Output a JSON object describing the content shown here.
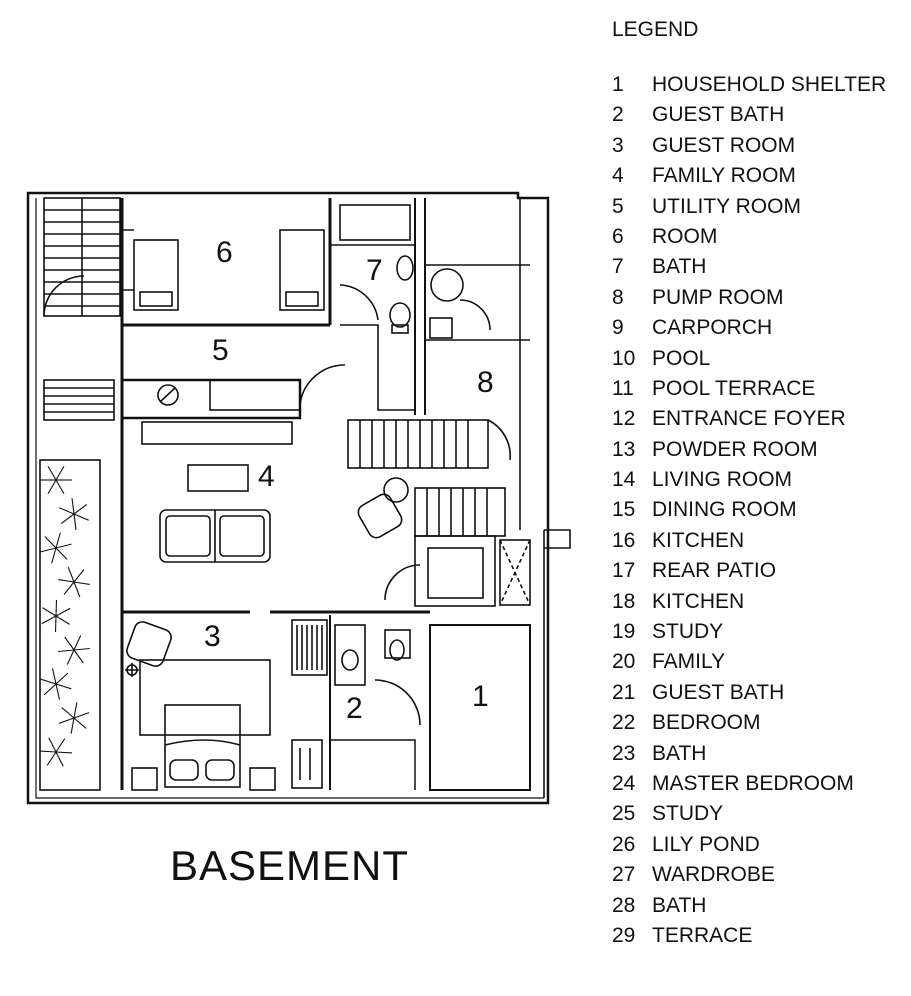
{
  "plan": {
    "title": "BASEMENT",
    "room_labels": [
      {
        "id": "household-shelter",
        "num": "1"
      },
      {
        "id": "guest-bath",
        "num": "2"
      },
      {
        "id": "guest-room",
        "num": "3"
      },
      {
        "id": "family-room",
        "num": "4"
      },
      {
        "id": "utility-room",
        "num": "5"
      },
      {
        "id": "room",
        "num": "6"
      },
      {
        "id": "bath",
        "num": "7"
      },
      {
        "id": "pump-room",
        "num": "8"
      }
    ]
  },
  "legend": {
    "title": "LEGEND",
    "items": [
      {
        "num": "1",
        "label": "HOUSEHOLD SHELTER"
      },
      {
        "num": "2",
        "label": "GUEST BATH"
      },
      {
        "num": "3",
        "label": "GUEST ROOM"
      },
      {
        "num": "4",
        "label": "FAMILY ROOM"
      },
      {
        "num": "5",
        "label": "UTILITY ROOM"
      },
      {
        "num": "6",
        "label": "ROOM"
      },
      {
        "num": "7",
        "label": "BATH"
      },
      {
        "num": "8",
        "label": "PUMP ROOM"
      },
      {
        "num": "9",
        "label": "CARPORCH"
      },
      {
        "num": "10",
        "label": "POOL"
      },
      {
        "num": "11",
        "label": "POOL TERRACE"
      },
      {
        "num": "12",
        "label": "ENTRANCE FOYER"
      },
      {
        "num": "13",
        "label": "POWDER ROOM"
      },
      {
        "num": "14",
        "label": "LIVING ROOM"
      },
      {
        "num": "15",
        "label": "DINING ROOM"
      },
      {
        "num": "16",
        "label": "KITCHEN"
      },
      {
        "num": "17",
        "label": "REAR PATIO"
      },
      {
        "num": "18",
        "label": "KITCHEN"
      },
      {
        "num": "19",
        "label": "STUDY"
      },
      {
        "num": "20",
        "label": "FAMILY"
      },
      {
        "num": "21",
        "label": "GUEST BATH"
      },
      {
        "num": "22",
        "label": "BEDROOM"
      },
      {
        "num": "23",
        "label": "BATH"
      },
      {
        "num": "24",
        "label": "MASTER BEDROOM"
      },
      {
        "num": "25",
        "label": "STUDY"
      },
      {
        "num": "26",
        "label": "LILY POND"
      },
      {
        "num": "27",
        "label": "WARDROBE"
      },
      {
        "num": "28",
        "label": "BATH"
      },
      {
        "num": "29",
        "label": "TERRACE"
      }
    ]
  }
}
